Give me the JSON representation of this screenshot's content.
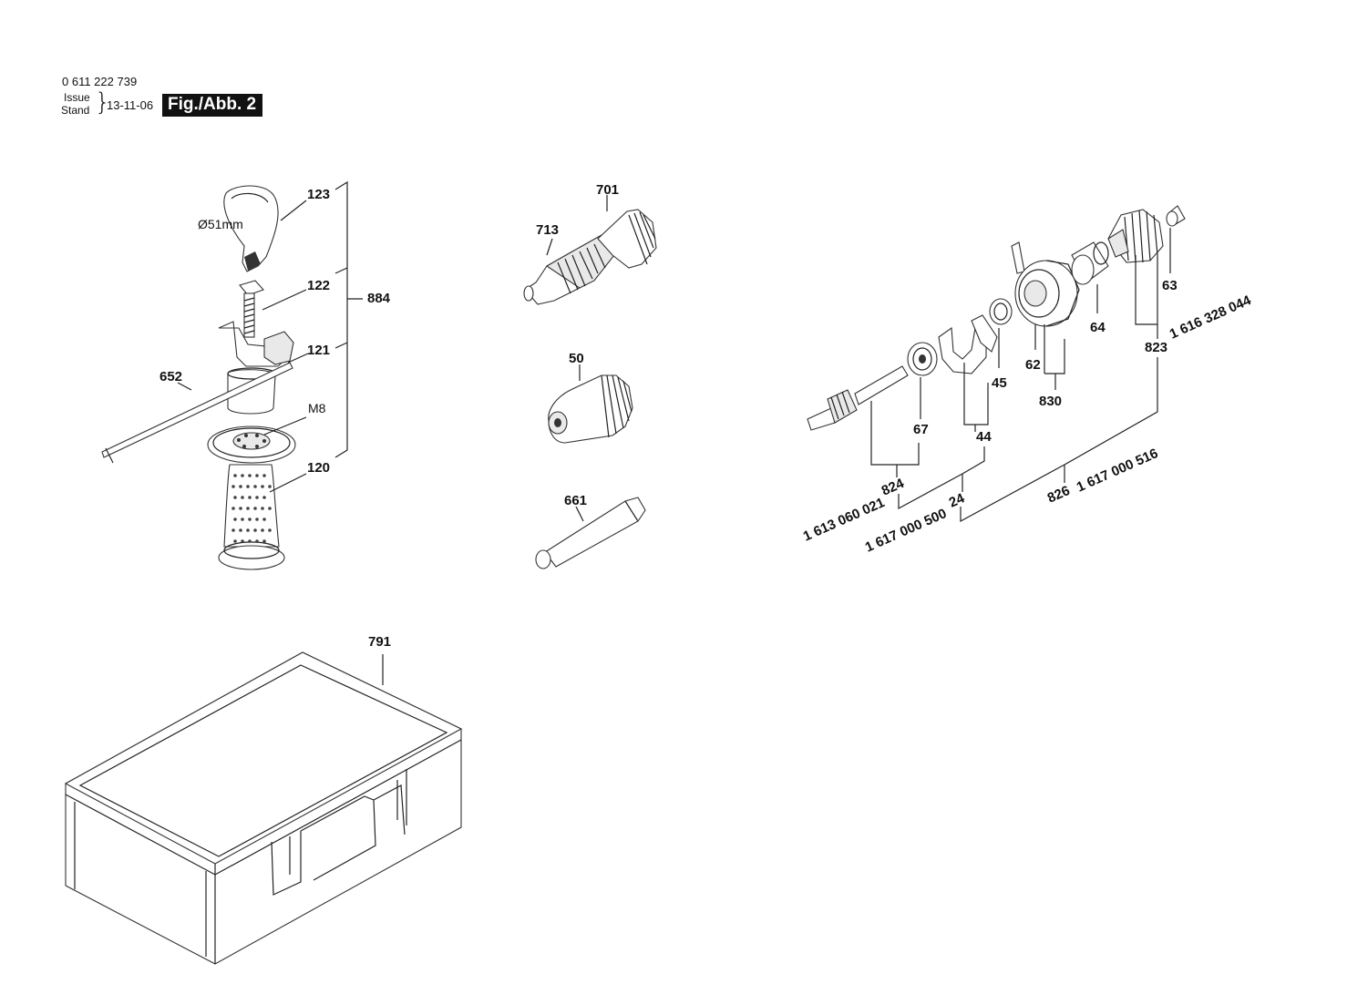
{
  "header": {
    "doc_number": "0 611 222 739",
    "issue_label": "Issue",
    "stand_label": "Stand",
    "issue_date": "13-11-06",
    "figure_label": "Fig./Abb. 2"
  },
  "callouts": {
    "c123": "123",
    "c122": "122",
    "c121": "121",
    "c884": "884",
    "c652": "652",
    "m8": "M8",
    "c120": "120",
    "dia51": "Ø51mm",
    "c701": "701",
    "c713": "713",
    "c50": "50",
    "c661": "661",
    "c791": "791",
    "c63": "63",
    "c64": "64",
    "c62": "62",
    "c830": "830",
    "c45": "45",
    "c44": "44",
    "c67": "67",
    "c824": "824",
    "c24": "24",
    "c826": "826",
    "c823": "823"
  },
  "part_numbers": {
    "pn_1616328044": "1 616 328 044",
    "pn_1613060021": "1 613 060 021",
    "pn_1617000500": "1 617 000 500",
    "pn_1617000516": "1 617 000 516"
  }
}
